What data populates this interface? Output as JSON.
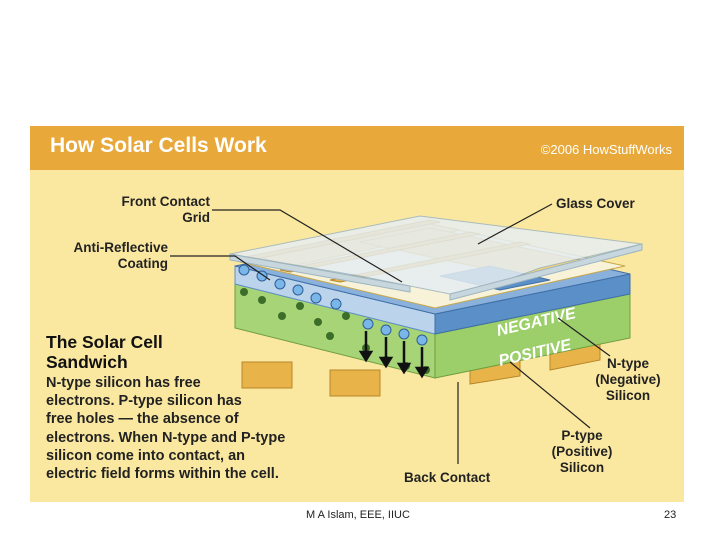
{
  "header": {
    "title": "How Solar Cells Work",
    "copyright": "©2006 HowStuffWorks"
  },
  "labels": {
    "front_contact_1": "Front Contact",
    "front_contact_2": "Grid",
    "anti_reflective_1": "Anti-Reflective",
    "anti_reflective_2": "Coating",
    "glass_cover": "Glass Cover",
    "negative": "NEGATIVE",
    "positive": "POSITIVE",
    "ntype_1": "N-type",
    "ntype_2": "(Negative)",
    "ntype_3": "Silicon",
    "ptype_1": "P-type",
    "ptype_2": "(Positive)",
    "ptype_3": "Silicon",
    "back_contact": "Back Contact"
  },
  "sandwich": {
    "heading_1": "The Solar Cell",
    "heading_2": "Sandwich",
    "body_lines": [
      "N-type silicon has free",
      "electrons. P-type silicon has",
      "free holes — the absence of",
      "electrons. When N-type and P-type",
      "silicon come into contact, an",
      "electric field forms within the cell."
    ]
  },
  "footer": {
    "author": "M A Islam, EEE, IIUC",
    "page": "23"
  },
  "colors": {
    "panel_bg": "#fbe8a0",
    "header_bg": "#e8a93a",
    "negative_layer": "#5b8fc8",
    "positive_layer": "#9ccf6a",
    "contact": "#e8b44a",
    "glass": "#dfe9ee"
  }
}
